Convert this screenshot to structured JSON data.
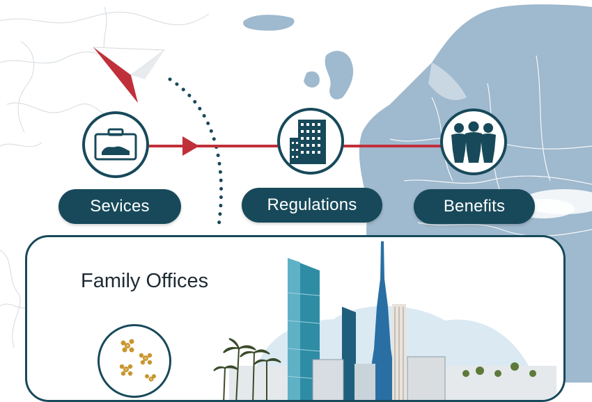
{
  "colors": {
    "primary": "#17495a",
    "arrow": "#c0303a",
    "map_land": "#9fb9ce",
    "map_border": "#ffffff",
    "dots": "#17495a",
    "text_dark": "#1e2a33"
  },
  "steps": [
    {
      "label": "Sevices",
      "icon": "briefcase-icon"
    },
    {
      "label": "Regulations",
      "icon": "building-icon"
    },
    {
      "label": "Benefits",
      "icon": "people-icon"
    }
  ],
  "panel": {
    "title": "Family Offices",
    "icon": "gold-flowers-icon"
  }
}
